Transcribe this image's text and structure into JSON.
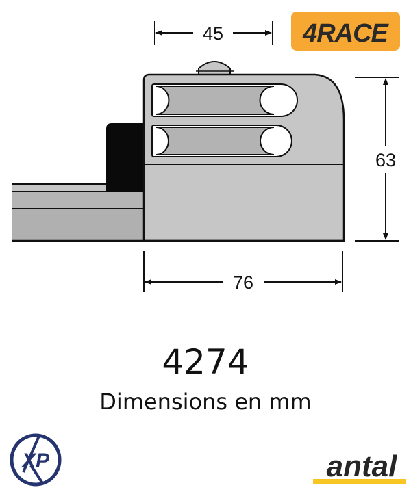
{
  "dimensions": {
    "width_top": "45",
    "height": "63",
    "width_base": "76"
  },
  "product": {
    "code": "4274",
    "units_label": "Dimensions en mm"
  },
  "logos": {
    "race": "4RACE",
    "xp": "XP",
    "brand": "antal"
  },
  "colors": {
    "body": "#c6c6c6",
    "sheave": "#b3b3b3",
    "race_badge": "#f7a833",
    "xp_navy": "#25336e",
    "antal_yellow": "#f7c623"
  }
}
